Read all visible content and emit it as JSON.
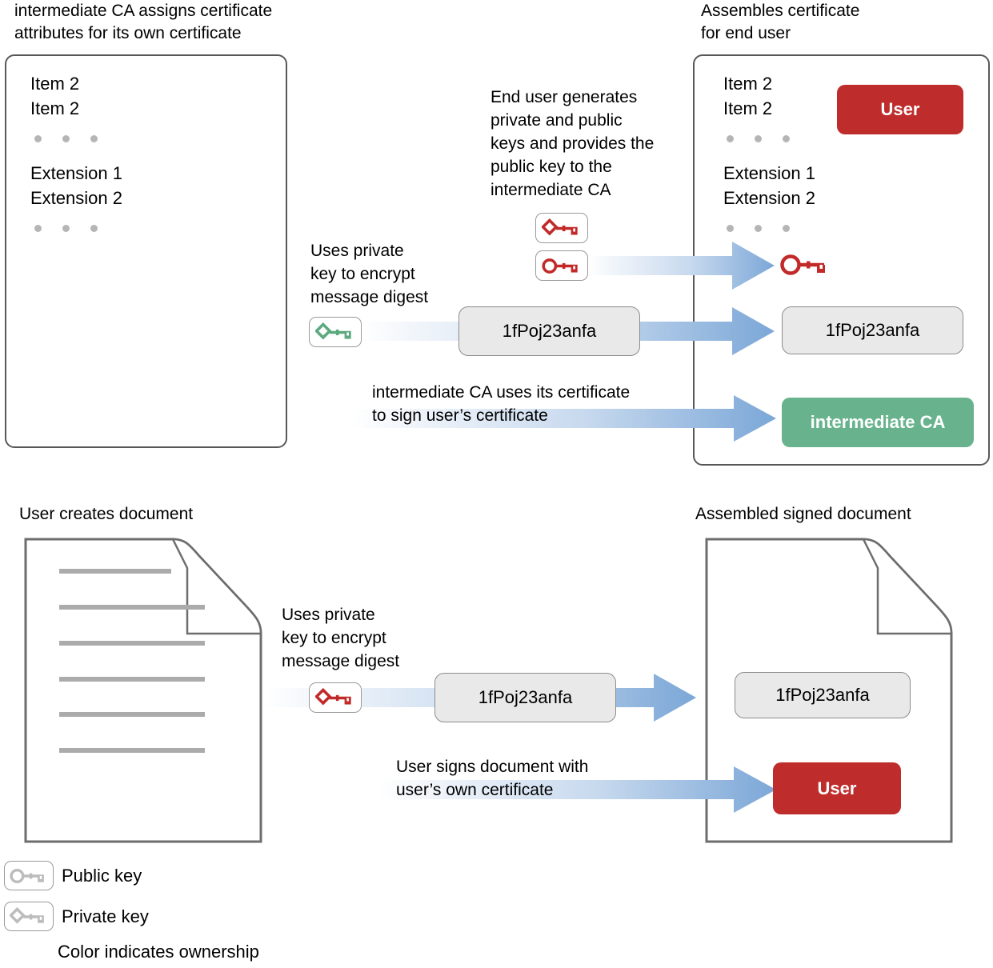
{
  "colors": {
    "red": "#bf2c2c",
    "green": "#68b38d",
    "gray_key": "#b8b8b8",
    "arrow_blue": "#7ba7d7",
    "outline": "#58585a",
    "digest_fill": "#e9e9e9"
  },
  "top_section": {
    "left_caption": "intermediate CA assigns certificate\nattributes for its own certificate",
    "right_caption": "Assembles certificate\nfor end user",
    "left_cert": {
      "lines_group_1": [
        "Item 2",
        "Item 2"
      ],
      "lines_group_2": [
        "Extension 1",
        "Extension 2"
      ]
    },
    "right_cert": {
      "lines_group_1": [
        "Item 2",
        "Item 2"
      ],
      "lines_group_2": [
        "Extension 1",
        "Extension 2"
      ],
      "user_pill": "User",
      "ca_pill": "intermediate CA",
      "digest": "1fPoj23anfa",
      "public_key_icon": "public-key-icon"
    },
    "note_end_user": "End user generates\nprivate and public\nkeys and provides the\npublic key to the\nintermediate CA",
    "note_uses_private_key": "Uses private\nkey to encrypt\nmessage digest",
    "note_sign_cert": "intermediate CA uses its certificate\nto sign user’s certificate",
    "digest_middle": "1fPoj23anfa",
    "keys": {
      "user_private": "private-key-icon",
      "user_public": "public-key-icon",
      "ca_private": "private-key-icon"
    }
  },
  "bottom_section": {
    "left_caption": "User creates document",
    "right_caption": "Assembled signed document",
    "note_uses_private_key": "Uses private\nkey to encrypt\nmessage digest",
    "note_sign_document": "User signs document with\nuser’s own certificate",
    "digest_middle": "1fPoj23anfa",
    "digest_result": "1fPoj23anfa",
    "user_pill": "User",
    "key_icon": "private-key-icon",
    "doc_line_count": 6
  },
  "legend": {
    "items": [
      {
        "icon": "public-key-icon",
        "label": "Public key"
      },
      {
        "icon": "private-key-icon",
        "label": "Private key"
      }
    ],
    "footnote": "Color indicates ownership"
  }
}
